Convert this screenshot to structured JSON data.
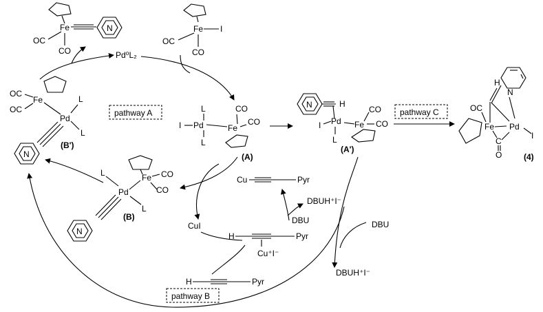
{
  "labels": {
    "fe_pyr_top": {
      "oc": "OC",
      "fe": "Fe",
      "co": "CO",
      "n": "N"
    },
    "pd0": "Pd⁰L₂",
    "fei_top": {
      "fe": "Fe",
      "i": "I",
      "oc": "OC",
      "co": "CO"
    },
    "bprime": {
      "oc1": "OC",
      "oc2": "OC",
      "fe": "Fe",
      "pd": "Pd",
      "l1": "L",
      "l2": "L",
      "n": "N",
      "label": "(B')"
    },
    "pathway_a": "pathway A",
    "a": {
      "l1": "L",
      "i": "I",
      "pd": "Pd",
      "l2": "L",
      "fe": "Fe",
      "co1": "CO",
      "co2": "CO",
      "label": "(A)"
    },
    "aprime": {
      "n": "N",
      "h": "H",
      "i": "I",
      "pd": "Pd",
      "l": "L",
      "fe": "Fe",
      "co1": "CO",
      "co2": "CO",
      "label": "(A')"
    },
    "pathway_c": "pathway C",
    "p4": {
      "h": "H",
      "n": "N",
      "oc": "OC",
      "fe": "Fe",
      "pd": "Pd",
      "i": "I",
      "c": "C",
      "o": "O",
      "label": "(4)"
    },
    "b": {
      "l1": "L",
      "pd": "Pd",
      "l2": "L",
      "fe": "Fe",
      "co1": "CO",
      "co2": "CO",
      "n": "N",
      "label": "(B)"
    },
    "cu_pyr": {
      "cu": "Cu",
      "pyr": "Pyr"
    },
    "dbuh1": "DBUH⁺I⁻",
    "dbu1": "DBU",
    "cui": "CuI",
    "h_pyr_mid": {
      "h": "H",
      "pyr": "Pyr",
      "cu": "Cu⁺I⁻"
    },
    "h_pyr_bottom": {
      "h": "H",
      "pyr": "Pyr"
    },
    "dbu2": "DBU",
    "dbuh2": "DBUH⁺I⁻",
    "pathway_b": "pathway B"
  }
}
